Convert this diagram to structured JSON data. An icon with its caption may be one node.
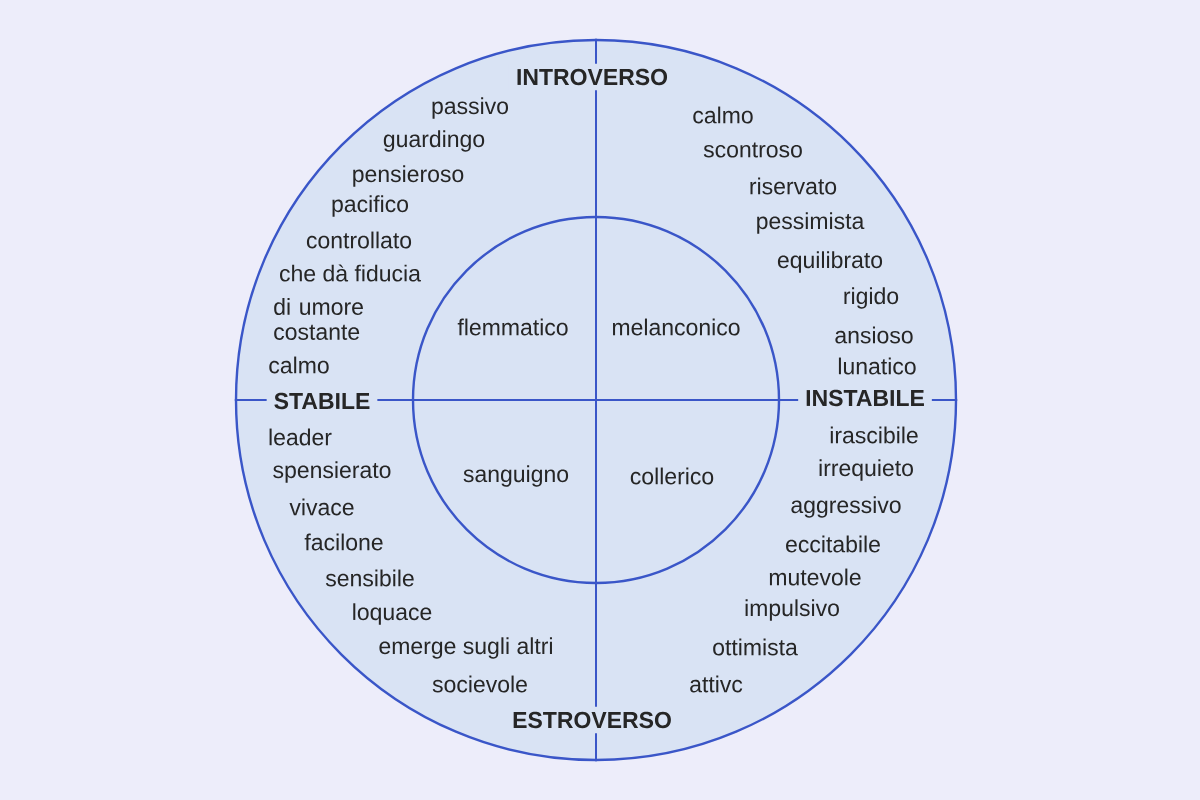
{
  "diagram": {
    "nodes": [
      {
        "text": [
          "INTROVERSO",
          "passivo",
          "guardingo",
          "pensieroso",
          "pacifico",
          "controllato",
          "che dà fiducia",
          "di umore costante",
          "calmo",
          "calmo",
          "scontroso",
          "riservato",
          "pessimista",
          "equilibrato",
          "rigido",
          "ansioso",
          "lunatico",
          "STABILE",
          "INSTABILE",
          "leader",
          "spensierato",
          "vivace",
          "facilone",
          "sensibile",
          "loquace",
          "emerge sugli altri",
          "socievole",
          "irascibile",
          "irrequieto",
          "aggressivo",
          "eccitabile",
          "mutevole",
          "impulsivo",
          "ottimista",
          "attivc",
          "ESTROVERSO"
        ]
      },
      {
        "text": [
          "flemmatico",
          "melanconico",
          "sanguigno",
          "collerico"
        ],
        "in": 0
      }
    ]
  }
}
